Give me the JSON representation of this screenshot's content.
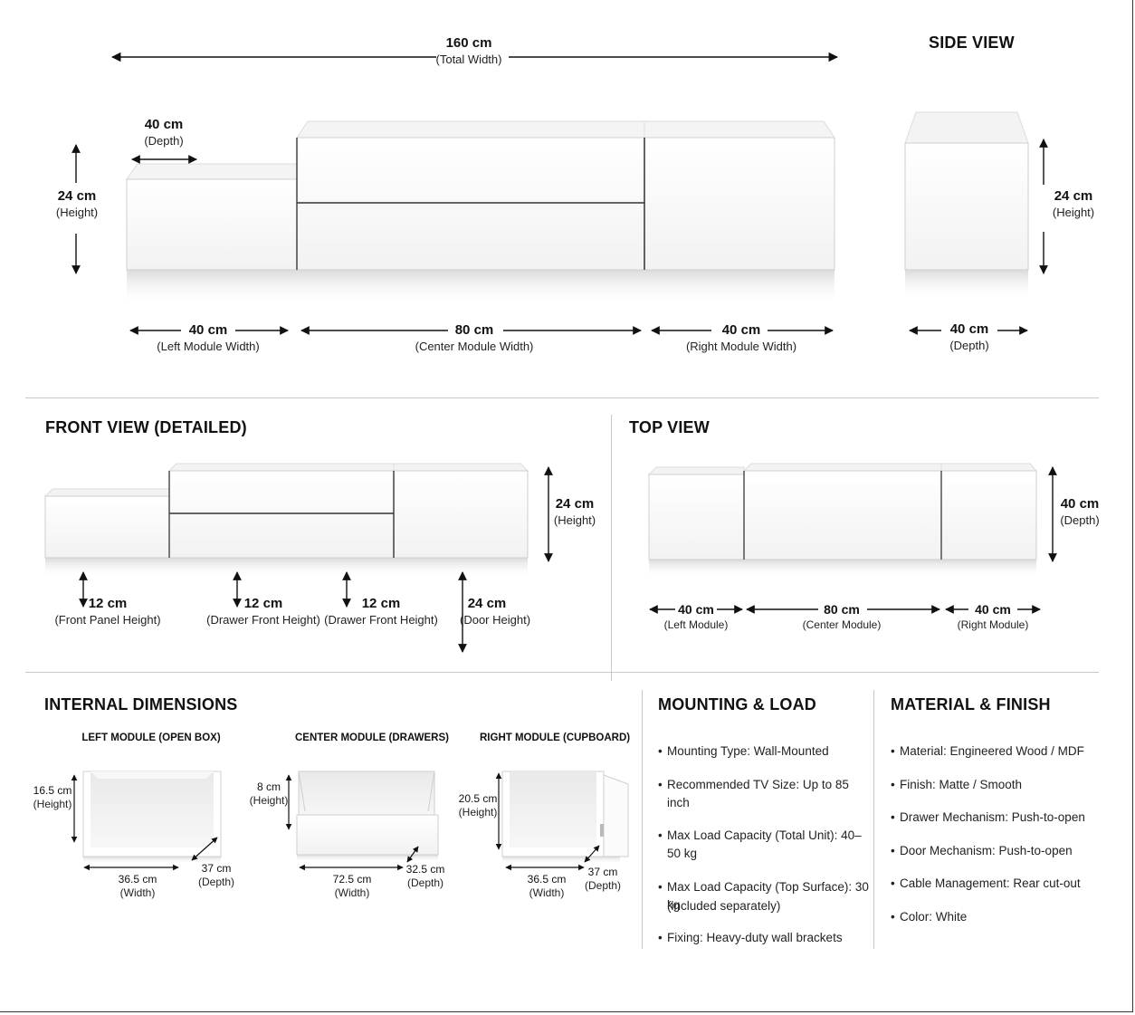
{
  "side_view": {
    "title": "SIDE VIEW",
    "height": {
      "value": "24 cm",
      "label": "(Height)"
    },
    "depth": {
      "value": "40 cm",
      "label": "(Depth)"
    }
  },
  "main_view": {
    "total_width": {
      "value": "160 cm",
      "label": "(Total Width)"
    },
    "depth": {
      "value": "40 cm",
      "label": "(Depth)"
    },
    "height": {
      "value": "24 cm",
      "label": "(Height)"
    },
    "left_width": {
      "value": "40 cm",
      "label": "(Left Module Width)"
    },
    "center_width": {
      "value": "80 cm",
      "label": "(Center Module Width)"
    },
    "right_width": {
      "value": "40 cm",
      "label": "(Right Module Width)"
    }
  },
  "front_view": {
    "title": "FRONT VIEW (DETAILED)",
    "height": {
      "value": "24 cm",
      "label": "(Height)"
    },
    "front_panel": {
      "value": "12 cm",
      "label": "(Front Panel Height)"
    },
    "drawer_front_1": {
      "value": "12 cm",
      "label": "(Drawer Front Height)"
    },
    "drawer_front_2": {
      "value": "12 cm",
      "label": "(Drawer Front Height)"
    },
    "door": {
      "value": "24 cm",
      "label": "(Door Height)"
    }
  },
  "top_view": {
    "title": "TOP VIEW",
    "depth": {
      "value": "40 cm",
      "label": "(Depth)"
    },
    "left": {
      "value": "40 cm",
      "label": "(Left Module)"
    },
    "center": {
      "value": "80 cm",
      "label": "(Center Module)"
    },
    "right": {
      "value": "40 cm",
      "label": "(Right Module)"
    }
  },
  "internal": {
    "title": "INTERNAL DIMENSIONS",
    "left": {
      "title": "LEFT MODULE (OPEN BOX)",
      "height": {
        "value": "16.5 cm",
        "label": "(Height)"
      },
      "width": {
        "value": "36.5 cm",
        "label": "(Width)"
      },
      "depth": {
        "value": "37 cm",
        "label": "(Depth)"
      }
    },
    "center": {
      "title": "CENTER MODULE (DRAWERS)",
      "height": {
        "value": "8 cm",
        "label": "(Height)"
      },
      "width": {
        "value": "72.5 cm",
        "label": "(Width)"
      },
      "depth": {
        "value": "32.5 cm",
        "label": "(Depth)"
      }
    },
    "right": {
      "title": "RIGHT MODULE (CUPBOARD)",
      "height": {
        "value": "20.5 cm",
        "label": "(Height)"
      },
      "width": {
        "value": "36.5 cm",
        "label": "(Width)"
      },
      "depth": {
        "value": "37 cm",
        "label": "(Depth)"
      }
    }
  },
  "mounting": {
    "title": "MOUNTING & LOAD",
    "items": [
      "Mounting Type: Wall-Mounted",
      "Recommended TV Size: Up to 85 inch",
      "Max Load Capacity (Total Unit): 40–50 kg",
      "Max Load Capacity (Top Surface): 30 kg",
      "Fixing: Heavy-duty wall brackets",
      "(included separately)"
    ]
  },
  "material": {
    "title": "MATERIAL & FINISH",
    "items": [
      "Material: Engineered Wood / MDF",
      "Finish: Matte / Smooth",
      "Drawer Mechanism: Push-to-open",
      "Door Mechanism: Push-to-open",
      "Cable Management: Rear cut-out",
      "Color: White"
    ]
  }
}
